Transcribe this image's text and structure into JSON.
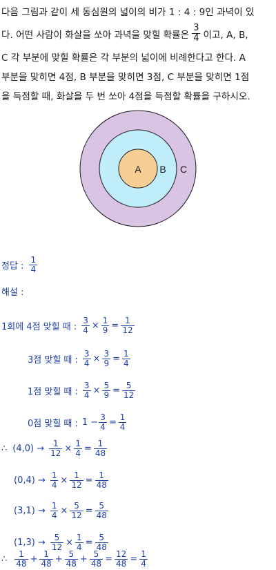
{
  "problem": {
    "line1": "다음 그림과 같이 세 동심원의 넓이의 비가 1 : 4 : 9인 과녁이 있",
    "line2_pre": "다. 어떤 사람이 화살을 쏘아 과녁을 맞힐 확률은",
    "line2_frac": {
      "num": "3",
      "den": "4"
    },
    "line2_post": "이고, A, B,",
    "line3": "C 각 부분에 맞힐 확률은 각 부분의 넓이에 비례한다고 한다. A",
    "line4": "부분을 맞히면 4점, B 부분을 맞히면 3점, C 부분을 맞히면 1점",
    "line5": "을 득점할 때, 화살을 두 번 쏘아 4점을 득점할 확률을 구하시오."
  },
  "figure": {
    "labels": {
      "a": "A",
      "b": "B",
      "c": "C"
    },
    "colors": {
      "outer": "#d9c4e3",
      "middle": "#bfeefa",
      "inner": "#f7cf95",
      "stroke": "#1a1a1a"
    }
  },
  "answer": {
    "label": "정답 :",
    "value": {
      "num": "1",
      "den": "4"
    },
    "explanation_label": "해설 :",
    "rows": [
      {
        "prefix": "1회에 4점 맞힐 때 :",
        "a": {
          "num": "3",
          "den": "4"
        },
        "b": {
          "num": "1",
          "den": "9"
        },
        "r": {
          "num": "1",
          "den": "12"
        }
      },
      {
        "prefix": "3점 맞힐 때 :",
        "a": {
          "num": "3",
          "den": "4"
        },
        "b": {
          "num": "3",
          "den": "9"
        },
        "r": {
          "num": "1",
          "den": "4"
        }
      },
      {
        "prefix": "1점 맞힐 때 :",
        "a": {
          "num": "3",
          "den": "4"
        },
        "b": {
          "num": "5",
          "den": "9"
        },
        "r": {
          "num": "5",
          "den": "12"
        }
      },
      {
        "prefix": "0점 맞힐 때 :",
        "one": "1 −",
        "b": {
          "num": "3",
          "den": "4"
        },
        "r": {
          "num": "1",
          "den": "4"
        }
      }
    ],
    "therefore": "∴",
    "cases": [
      {
        "label": "(4,0) →",
        "a": {
          "num": "1",
          "den": "12"
        },
        "b": {
          "num": "1",
          "den": "4"
        },
        "r": {
          "num": "1",
          "den": "48"
        }
      },
      {
        "label": "(0,4) →",
        "a": {
          "num": "1",
          "den": "4"
        },
        "b": {
          "num": "1",
          "den": "12"
        },
        "r": {
          "num": "1",
          "den": "48"
        }
      },
      {
        "label": "(3,1) →",
        "a": {
          "num": "1",
          "den": "4"
        },
        "b": {
          "num": "5",
          "den": "12"
        },
        "r": {
          "num": "5",
          "den": "48"
        }
      },
      {
        "label": "(1,3) →",
        "a": {
          "num": "5",
          "den": "12"
        },
        "b": {
          "num": "1",
          "den": "4"
        },
        "r": {
          "num": "5",
          "den": "48"
        }
      }
    ],
    "final": {
      "terms": [
        {
          "num": "1",
          "den": "48"
        },
        {
          "num": "1",
          "den": "48"
        },
        {
          "num": "5",
          "den": "48"
        },
        {
          "num": "5",
          "den": "48"
        }
      ],
      "sum": {
        "num": "12",
        "den": "48"
      },
      "result": {
        "num": "1",
        "den": "4"
      }
    },
    "times": "×",
    "equals": "=",
    "plus": "+"
  }
}
